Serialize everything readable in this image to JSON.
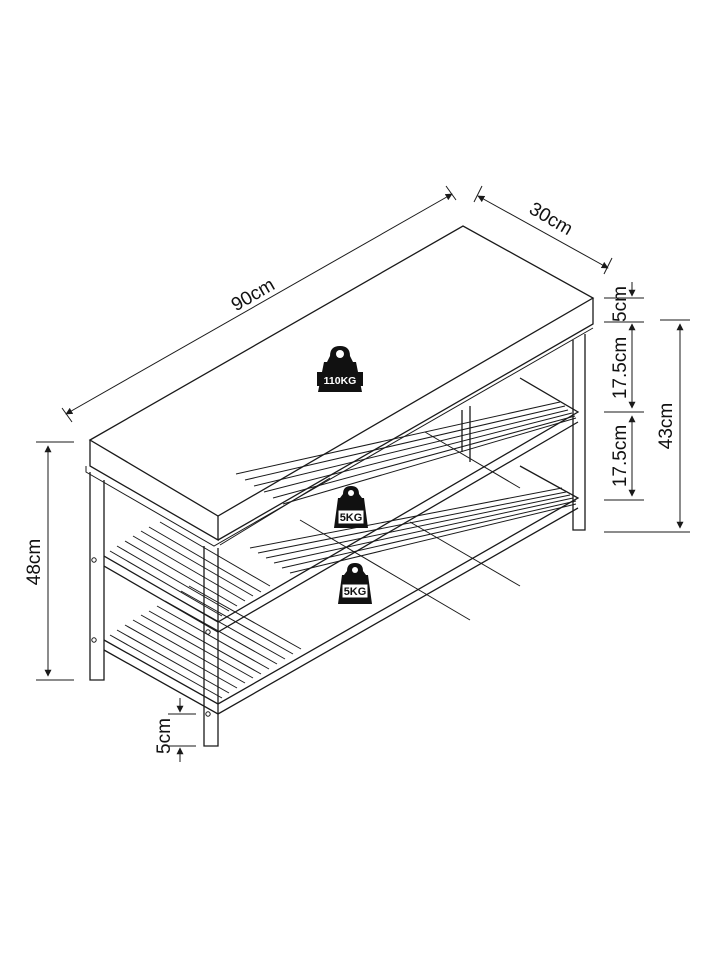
{
  "dimensions": {
    "length": "90cm",
    "depth": "30cm",
    "overall_height": "48cm",
    "cushion_thickness": "5cm",
    "upper_gap": "17.5cm",
    "lower_gap": "17.5cm",
    "rack_height": "43cm",
    "floor_clearance": "5cm"
  },
  "load_ratings": {
    "seat": "110KG",
    "upper_shelf": "5KG",
    "lower_shelf": "5KG"
  }
}
